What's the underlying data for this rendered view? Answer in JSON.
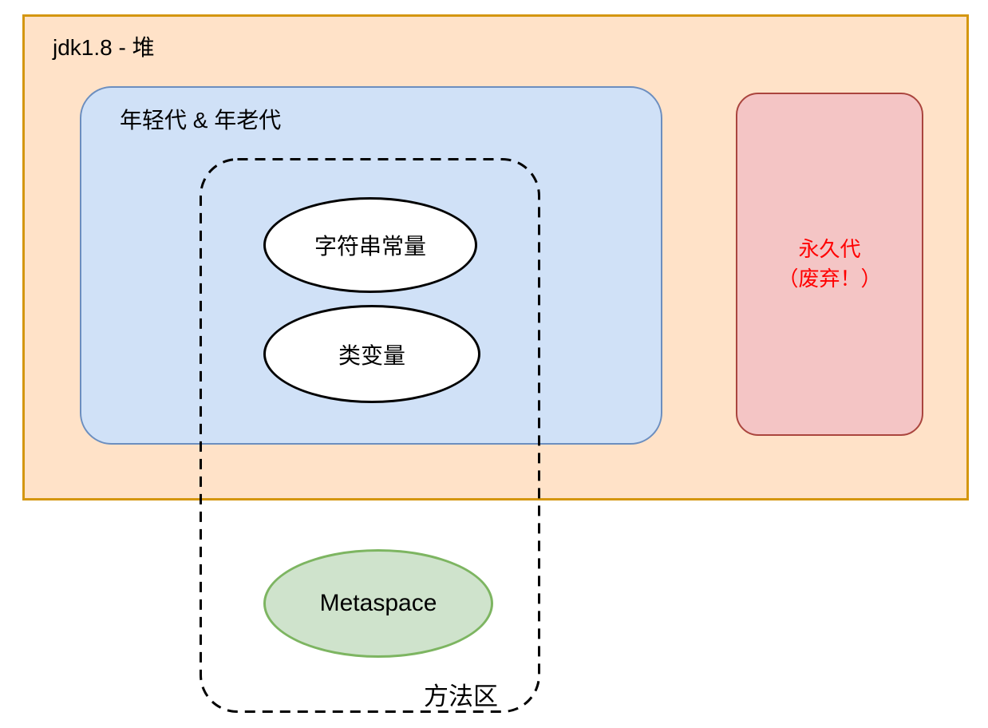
{
  "palette": {
    "canvas-bg": "#ffffff",
    "heap-fill": "#ffe2c8",
    "heap-border": "#d49610",
    "gen-fill": "#d0e1f7",
    "gen-border": "#6c8ebf",
    "permgen-fill": "#f4c5c5",
    "permgen-border": "#aa453e",
    "permgen-text": "#ff0000",
    "metaspace-fill": "#cfe3cc",
    "metaspace-border": "#7db561",
    "node-fill": "#ffffff",
    "line-color": "#000000",
    "text-color": "#000000"
  },
  "diagram": {
    "heap": {
      "label": "jdk1.8 - 堆"
    },
    "generations": {
      "label": "年轻代 & 年老代"
    },
    "string_pool": {
      "label": "字符串常量"
    },
    "class_vars": {
      "label": "类变量"
    },
    "metaspace": {
      "label": "Metaspace"
    },
    "method_area": {
      "label": "方法区"
    },
    "permgen": {
      "label_line1": "永久代",
      "label_line2": "（废弃！）"
    }
  }
}
